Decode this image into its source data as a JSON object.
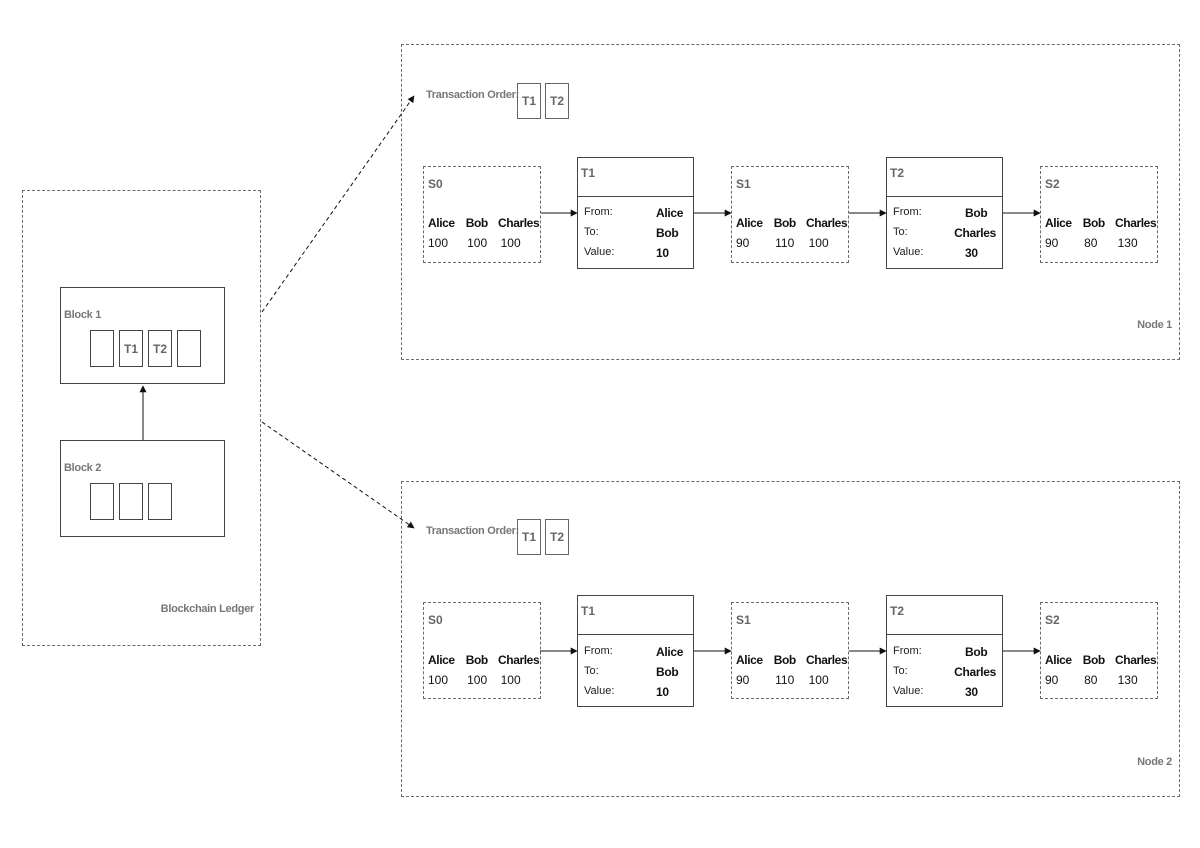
{
  "ledger": {
    "label": "Blockchain Ledger",
    "block1": {
      "title": "Block 1",
      "slots": [
        "",
        "T1",
        "T2",
        ""
      ]
    },
    "block2": {
      "title": "Block 2",
      "slots": [
        "",
        "",
        ""
      ]
    }
  },
  "nodes": [
    {
      "label": "Node 1",
      "order_label": "Transaction Order:",
      "order": [
        "T1",
        "T2"
      ],
      "states": [
        {
          "title": "S0",
          "names": [
            "Alice",
            "Bob",
            "Charles"
          ],
          "values": [
            "100",
            "100",
            "100"
          ]
        },
        {
          "title": "S1",
          "names": [
            "Alice",
            "Bob",
            "Charles"
          ],
          "values": [
            "90",
            "110",
            "100"
          ]
        },
        {
          "title": "S2",
          "names": [
            "Alice",
            "Bob",
            "Charles"
          ],
          "values": [
            "90",
            "80",
            "130"
          ]
        }
      ],
      "transactions": [
        {
          "title": "T1",
          "from_label": "From:",
          "from": "Alice",
          "to_label": "To:",
          "to": "Bob",
          "value_label": "Value:",
          "value": "10"
        },
        {
          "title": "T2",
          "from_label": "From:",
          "from": "Bob",
          "to_label": "To:",
          "to": "Charles",
          "value_label": "Value:",
          "value": "30"
        }
      ]
    },
    {
      "label": "Node 2",
      "order_label": "Transaction Order:",
      "order": [
        "T1",
        "T2"
      ],
      "states": [
        {
          "title": "S0",
          "names": [
            "Alice",
            "Bob",
            "Charles"
          ],
          "values": [
            "100",
            "100",
            "100"
          ]
        },
        {
          "title": "S1",
          "names": [
            "Alice",
            "Bob",
            "Charles"
          ],
          "values": [
            "90",
            "110",
            "100"
          ]
        },
        {
          "title": "S2",
          "names": [
            "Alice",
            "Bob",
            "Charles"
          ],
          "values": [
            "90",
            "80",
            "130"
          ]
        }
      ],
      "transactions": [
        {
          "title": "T1",
          "from_label": "From:",
          "from": "Alice",
          "to_label": "To:",
          "to": "Bob",
          "value_label": "Value:",
          "value": "10"
        },
        {
          "title": "T2",
          "from_label": "From:",
          "from": "Bob",
          "to_label": "To:",
          "to": "Charles",
          "value_label": "Value:",
          "value": "30"
        }
      ]
    }
  ]
}
